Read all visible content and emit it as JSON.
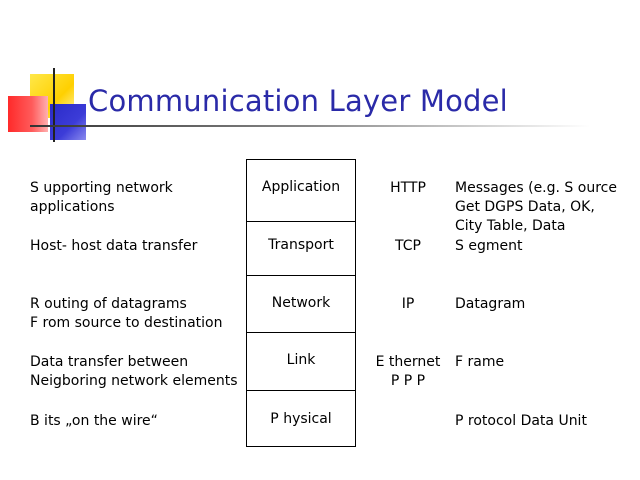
{
  "slide": {
    "title": "Communication Layer Model"
  },
  "rows": [
    {
      "description": "S upporting network\napplications",
      "layer": "Application",
      "protocol": "HTTP",
      "unit": "Messages (e.g. S ource\nGet DGPS  Data, OK,\nCity Table, Data"
    },
    {
      "description": "Host- host data transfer",
      "layer": "Transport",
      "protocol": "TCP",
      "unit": "S egment"
    },
    {
      "description": "R outing of datagrams\nF rom source to destination",
      "layer": "Network",
      "protocol": "IP",
      "unit": "Datagram"
    },
    {
      "description": "Data transfer between\nNeigboring network elements",
      "layer": "Link",
      "protocol": "E thernet\nP P P",
      "unit": "F rame"
    },
    {
      "description": "B its „on the wire“",
      "layer": "P hysical",
      "protocol": "",
      "unit": "P rotocol Data Unit"
    }
  ]
}
